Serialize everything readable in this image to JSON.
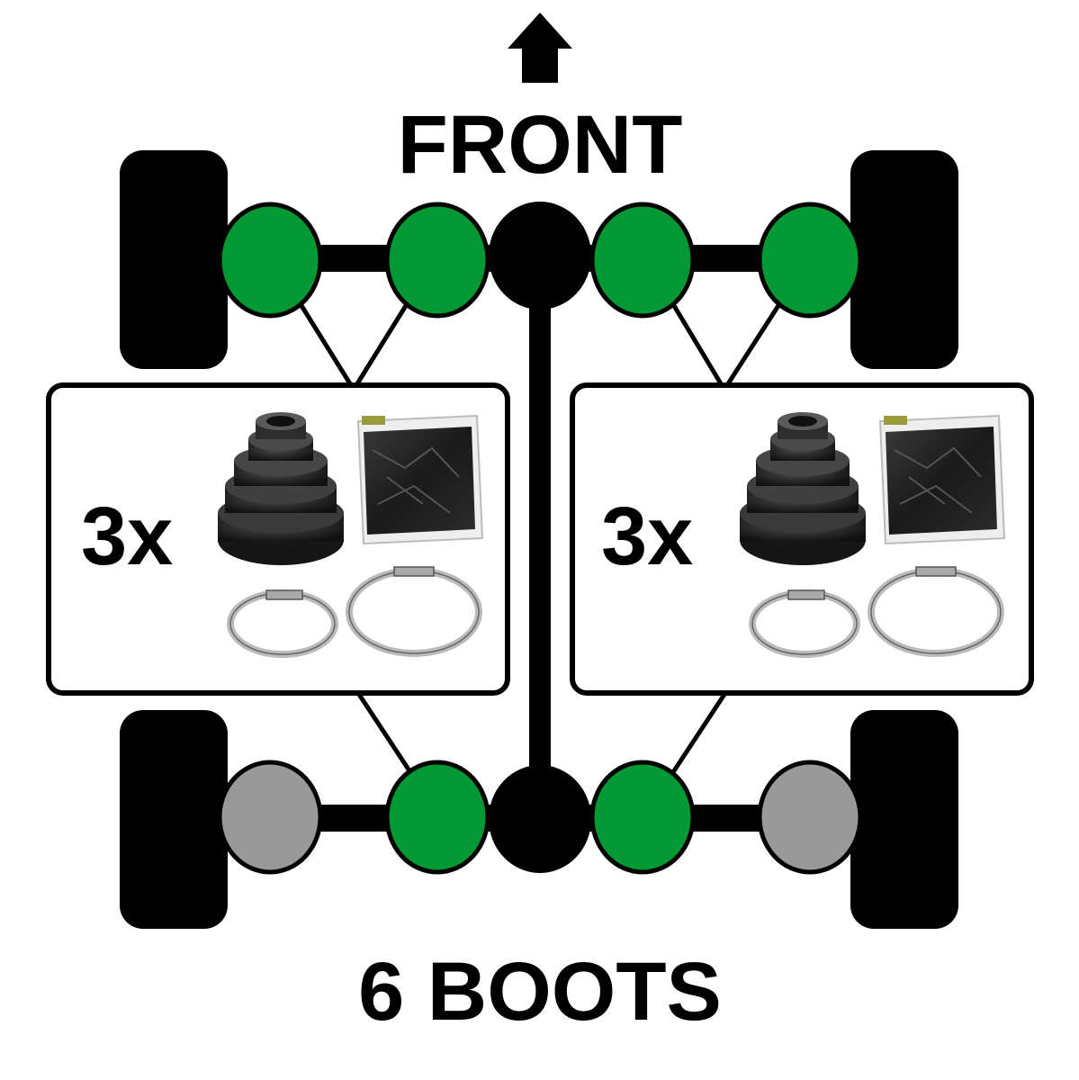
{
  "direction_label": "FRONT",
  "total_label": "6 BOOTS",
  "kits": [
    {
      "quantity_label": "3x"
    },
    {
      "quantity_label": "3x"
    }
  ],
  "colors": {
    "replaced_joint": "#009933",
    "not_replaced_joint": "#999999",
    "differential": "#000000",
    "tire": "#000000",
    "boot_rubber": "#2b2b2b",
    "grease_pack": "#1e1e1e",
    "clamp_metal": "#c8c8c8"
  },
  "joints": {
    "front": [
      "replaced",
      "replaced",
      "differential",
      "replaced",
      "replaced"
    ],
    "rear": [
      "not-replaced",
      "replaced",
      "differential",
      "replaced",
      "not-replaced"
    ]
  }
}
